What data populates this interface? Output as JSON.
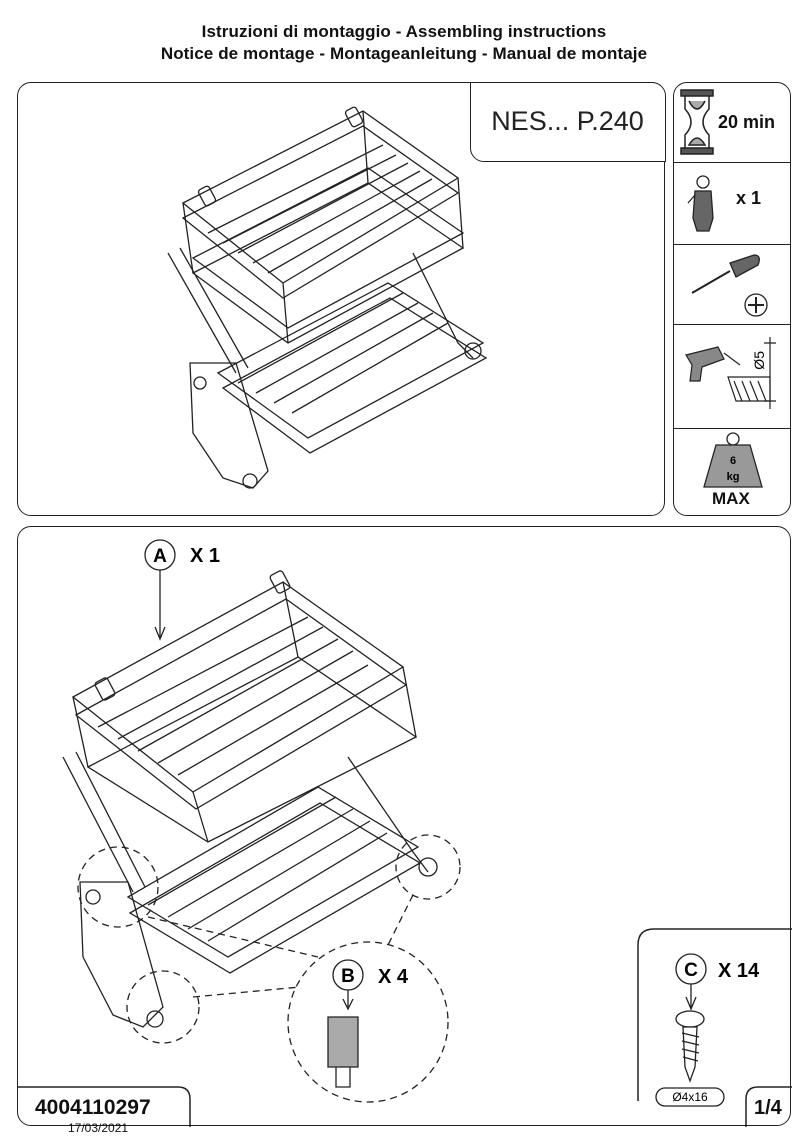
{
  "header": {
    "line1": "Istruzioni di montaggio - Assembling instructions",
    "line2": "Notice de montage - Montageanleitung - Manual de montaje"
  },
  "product": {
    "model": "NES... P.240"
  },
  "requirements": {
    "time": "20 min",
    "workers": "x 1",
    "drill_bit": "Ø5",
    "max_load_value": "6",
    "max_load_unit": "kg",
    "max_label": "MAX"
  },
  "components": {
    "a": {
      "letter": "A",
      "qty": "X 1"
    },
    "b": {
      "letter": "B",
      "qty": "X 4"
    },
    "c": {
      "letter": "C",
      "qty": "X 14",
      "size": "Ø4x16"
    }
  },
  "footer": {
    "code": "4004110297",
    "date": "17/03/2021",
    "page": "1/4"
  },
  "icons": {
    "time": "hourglass-icon",
    "worker": "worker-icon",
    "tool": "screwdriver-icon",
    "drill": "drill-icon",
    "weight": "weight-icon"
  }
}
